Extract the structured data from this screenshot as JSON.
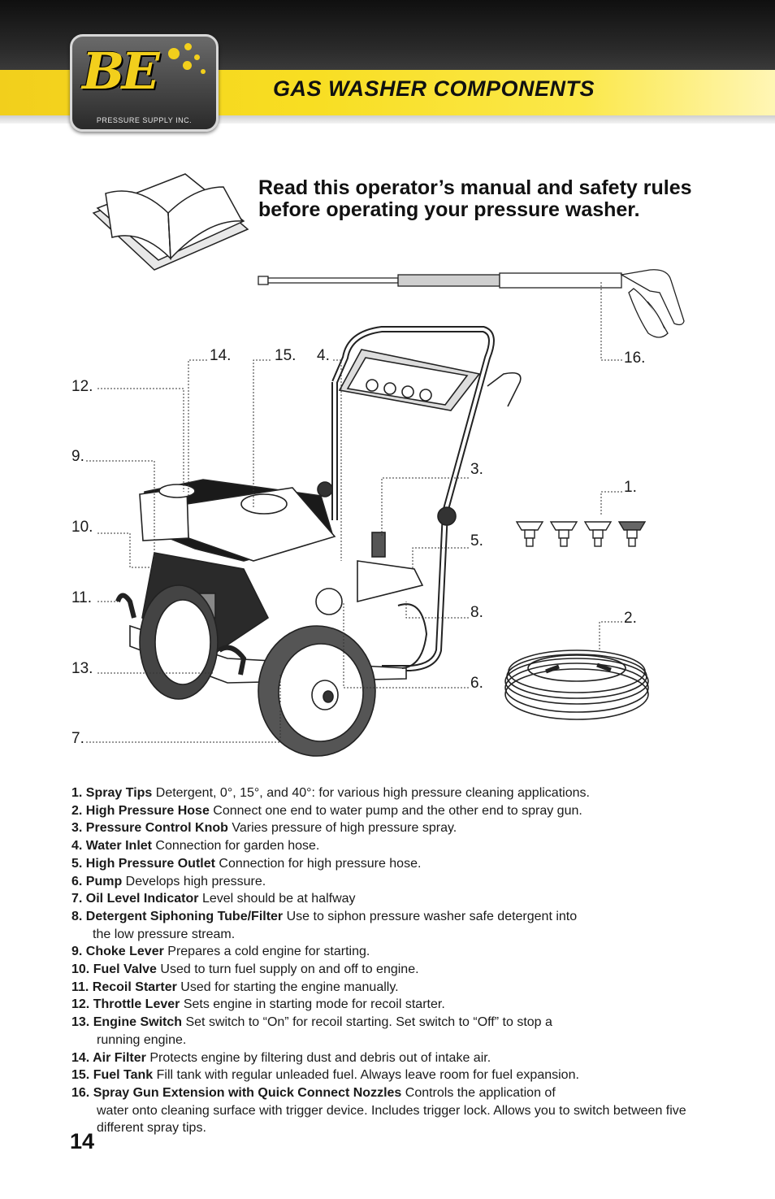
{
  "header": {
    "title": "GAS WASHER COMPONENTS",
    "logo_mark": "BE",
    "logo_sub": "PRESSURE SUPPLY INC."
  },
  "intro": "Read this operator’s manual and safety rules before operating your pressure washer.",
  "callouts": {
    "c14": "14.",
    "c15": "15.",
    "c4": "4.",
    "c16": "16.",
    "c12": "12.",
    "c9": "9.",
    "c3": "3.",
    "c1": "1.",
    "c10": "10.",
    "c5": "5.",
    "c11": "11.",
    "c8": "8.",
    "c2": "2.",
    "c13": "13.",
    "c6": "6.",
    "c7": "7."
  },
  "components": [
    {
      "name": "1. Spray Tips",
      "text": " Detergent, 0°, 15°, and 40°: for various high pressure cleaning applications.",
      "cont": ""
    },
    {
      "name": "2. High Pressure Hose",
      "text": " Connect one end to water pump and the other end to spray gun.",
      "cont": ""
    },
    {
      "name": "3. Pressure Control Knob",
      "text": " Varies pressure of high pressure spray.",
      "cont": ""
    },
    {
      "name": "4. Water Inlet",
      "text": " Connection for garden hose.",
      "cont": ""
    },
    {
      "name": "5. High Pressure Outlet",
      "text": " Connection for high pressure hose.",
      "cont": ""
    },
    {
      "name": "6. Pump",
      "text": " Develops high pressure.",
      "cont": ""
    },
    {
      "name": "7. Oil Level Indicator",
      "text": " Level should be at halfway",
      "cont": ""
    },
    {
      "name": "8. Detergent Siphoning Tube/Filter",
      "text": " Use to siphon pressure washer safe detergent into",
      "cont": "the low pressure stream."
    },
    {
      "name": "9. Choke Lever",
      "text": " Prepares a cold engine for starting.",
      "cont": ""
    },
    {
      "name": "10. Fuel Valve",
      "text": " Used to turn fuel supply on and off to engine.",
      "cont": ""
    },
    {
      "name": "11. Recoil Starter",
      "text": " Used for starting the engine manually.",
      "cont": ""
    },
    {
      "name": "12. Throttle Lever",
      "text": " Sets engine in starting mode for recoil starter.",
      "cont": ""
    },
    {
      "name": "13. Engine Switch",
      "text": " Set switch to “On” for recoil starting. Set switch to “Off” to stop a",
      "cont": "running engine."
    },
    {
      "name": "14. Air Filter",
      "text": " Protects engine by filtering dust and debris out of intake air.",
      "cont": ""
    },
    {
      "name": "15. Fuel Tank",
      "text": " Fill tank with regular unleaded fuel. Always leave room for fuel expansion.",
      "cont": ""
    },
    {
      "name": "16. Spray Gun Extension with Quick Connect Nozzles",
      "text": " Controls the application of",
      "cont": "water onto cleaning surface with trigger device. Includes trigger lock. Allows you to switch between five different spray tips."
    }
  ],
  "page_number": "14"
}
